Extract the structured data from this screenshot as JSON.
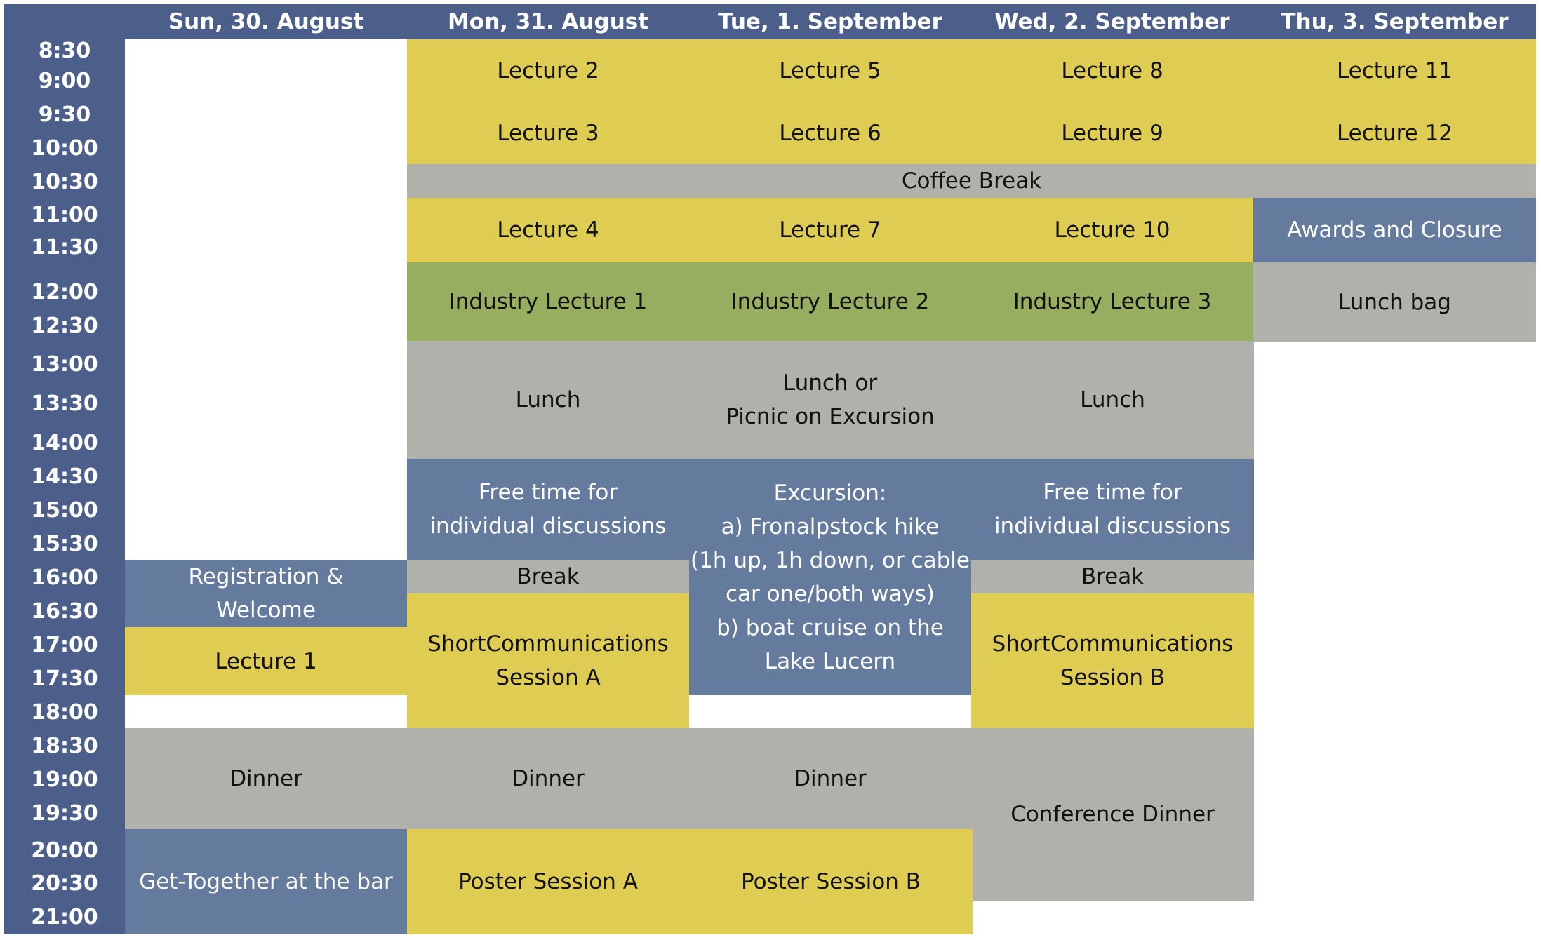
{
  "colors": {
    "header": "#4b5f8a",
    "lecture": "#dfcd53",
    "break": "#b0b1ab",
    "activity": "#647b9e",
    "industry": "#97ad60"
  },
  "days": [
    "Sun, 30. August",
    "Mon, 31. August",
    "Tue, 1. September",
    "Wed, 2. September",
    "Thu, 3. September"
  ],
  "times": [
    "8:30",
    "9:00",
    "9:30",
    "10:00",
    "10:30",
    "11:00",
    "11:30",
    "12:00",
    "12:30",
    "13:00",
    "13:30",
    "14:00",
    "14:30",
    "15:00",
    "15:30",
    "16:00",
    "16:30",
    "17:00",
    "17:30",
    "18:00",
    "18:30",
    "19:00",
    "19:30",
    "20:00",
    "20:30",
    "21:00"
  ],
  "events": {
    "mon_l2": "Lecture 2",
    "tue_l5": "Lecture 5",
    "wed_l8": "Lecture 8",
    "thu_l11": "Lecture 11",
    "mon_l3": "Lecture 3",
    "tue_l6": "Lecture 6",
    "wed_l9": "Lecture 9",
    "thu_l12": "Lecture 12",
    "coffee": "Coffee Break",
    "mon_l4": "Lecture 4",
    "tue_l7": "Lecture 7",
    "wed_l10": "Lecture 10",
    "thu_awards": "Awards and Closure",
    "mon_ind": "Industry Lecture 1",
    "tue_ind": "Industry Lecture 2",
    "wed_ind": "Industry Lecture 3",
    "thu_lunch": "Lunch bag",
    "mon_lunch": "Lunch",
    "tue_lunch": "Lunch or\nPicnic on Excursion",
    "wed_lunch": "Lunch",
    "mon_free": "Free time for\nindividual discussions",
    "tue_excursion": "Excursion:\na) Fronalpstock hike\n(1h up, 1h down, or cable\ncar one/both ways)\nb) boat cruise on the\nLake Lucern",
    "wed_free": "Free time for\nindividual discussions",
    "sun_reg": "Registration &\nWelcome",
    "mon_break": "Break",
    "wed_break": "Break",
    "sun_l1": "Lecture 1",
    "mon_sc": "ShortCommunications\nSession A",
    "wed_sc": "ShortCommunications\nSession B",
    "sun_dinner": "Dinner",
    "mon_dinner": "Dinner",
    "tue_dinner": "Dinner",
    "wed_dinner": "Conference  Dinner",
    "sun_bar": "Get-Together at the bar",
    "mon_poster": "Poster Session A",
    "tue_poster": "Poster Session B"
  }
}
